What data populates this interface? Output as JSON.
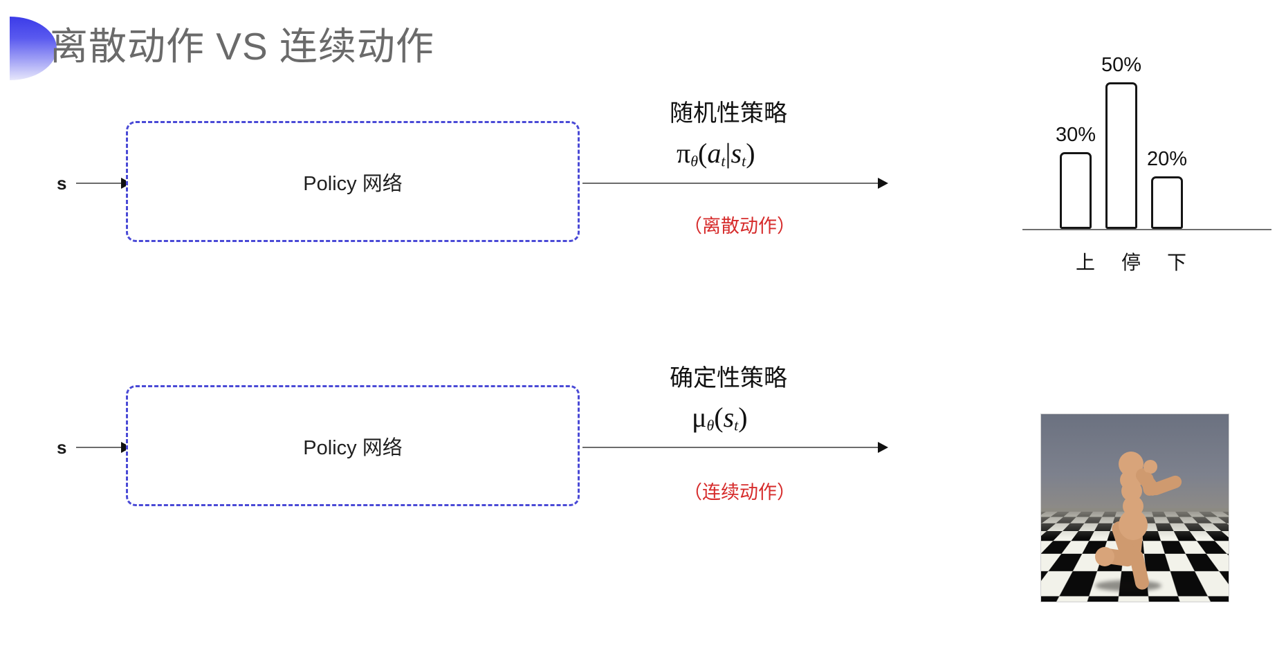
{
  "slide": {
    "title": "离散动作 VS 连续动作",
    "badge_colors": {
      "top": "#3b3be8",
      "bottom": "#e7e7fb"
    },
    "accent_box_color": "#4a4ad6",
    "note_color": "#d62b2b"
  },
  "rows": [
    {
      "id": "discrete",
      "state_label": "s",
      "box_label": "Policy 网络",
      "policy_kind": "随机性策略",
      "formula_plain": "πθ(at|st)",
      "note": "（离散动作）",
      "output_kind": "bar-chart"
    },
    {
      "id": "continuous",
      "state_label": "s",
      "box_label": "Policy 网络",
      "policy_kind": "确定性策略",
      "formula_plain": "μθ(st)",
      "note": "（连续动作）",
      "output_kind": "humanoid-image"
    }
  ],
  "chart_data": {
    "type": "bar",
    "title": "",
    "categories": [
      "上",
      "停",
      "下"
    ],
    "values": [
      30,
      50,
      20
    ],
    "value_labels": [
      "30%",
      "50%",
      "20%"
    ],
    "xlabel": "",
    "ylabel": "",
    "ylim": [
      0,
      60
    ],
    "grid": false,
    "legend": "none",
    "bar_style": "outlined-white-fill"
  },
  "humanoid": {
    "description": "MuJoCo humanoid kneeling on checkerboard floor",
    "sky_color": "#7d818d",
    "floor_light": "#f2f2ea",
    "floor_dark": "#0a0a0a",
    "body_color": "#d8a47a"
  }
}
